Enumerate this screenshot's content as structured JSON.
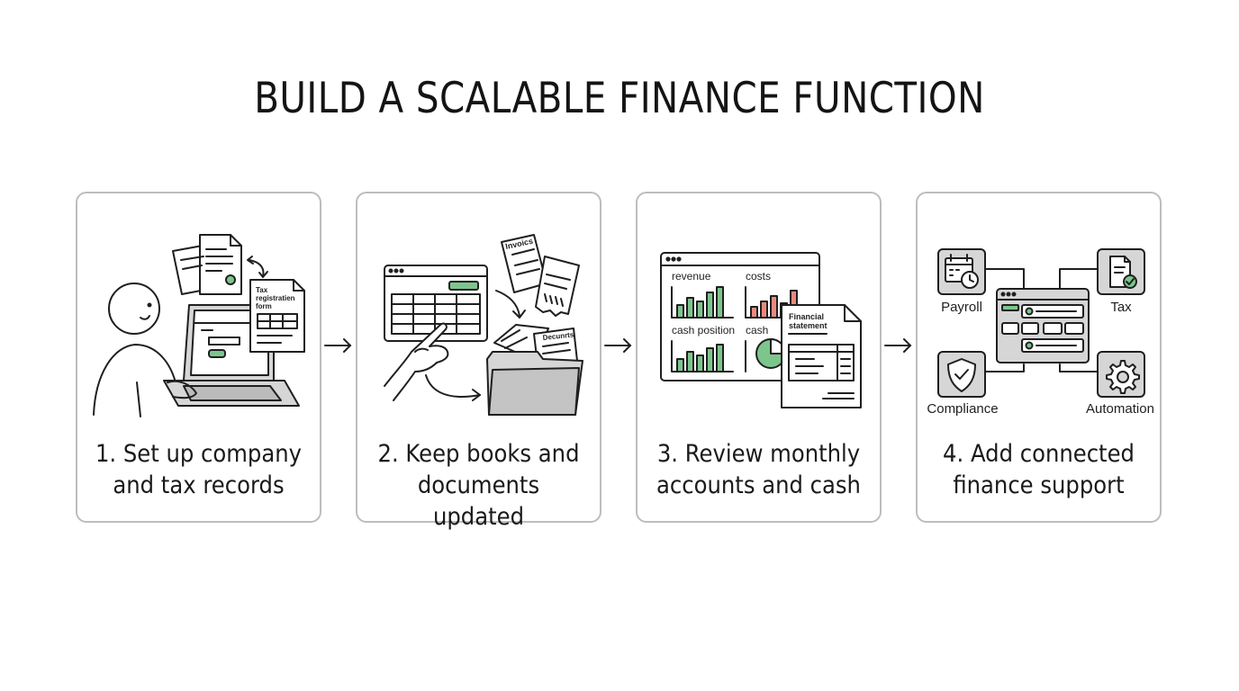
{
  "title": "BUILD A SCALABLE FINANCE FUNCTION",
  "colors": {
    "accent_green": "#7cc68d",
    "fill_gray": "#d6d6d6",
    "stroke": "#1f1f1f",
    "card_border": "#bdbdbd",
    "red": "#e88a80"
  },
  "steps": [
    {
      "caption": [
        "1. Set up company",
        "and tax records"
      ],
      "icons": [
        "person-icon",
        "laptop-icon",
        "document-icon",
        "sync-arrows-icon"
      ],
      "labels": {
        "form": [
          "Tax",
          "registratien",
          "form"
        ]
      }
    },
    {
      "caption": [
        "2. Keep books and",
        "documents updated"
      ],
      "icons": [
        "spreadsheet-window-icon",
        "pointing-hand-icon",
        "invoice-icon",
        "receipt-icon",
        "folder-icon"
      ],
      "labels": {
        "invoice": "Invoics",
        "folder_doc": "Decunrts"
      }
    },
    {
      "caption": [
        "3. Review monthly",
        "accounts and cash"
      ],
      "icons": [
        "dashboard-window-icon",
        "bar-chart-icon",
        "pie-chart-icon",
        "financial-statement-icon"
      ],
      "labels": {
        "revenue": "revenue",
        "costs": "costs",
        "cash_position": "cash position",
        "cash": "cash",
        "statement": [
          "Financial",
          "statement"
        ]
      }
    },
    {
      "caption": [
        "4. Add connected",
        "finance support"
      ],
      "icons": [
        "calendar-clock-icon",
        "tax-document-icon",
        "shield-check-icon",
        "gear-icon",
        "hub-window-icon"
      ],
      "labels": {
        "payroll": "Payroll",
        "tax": "Tax",
        "compliance": "Compliance",
        "automation": "Automation"
      }
    }
  ]
}
